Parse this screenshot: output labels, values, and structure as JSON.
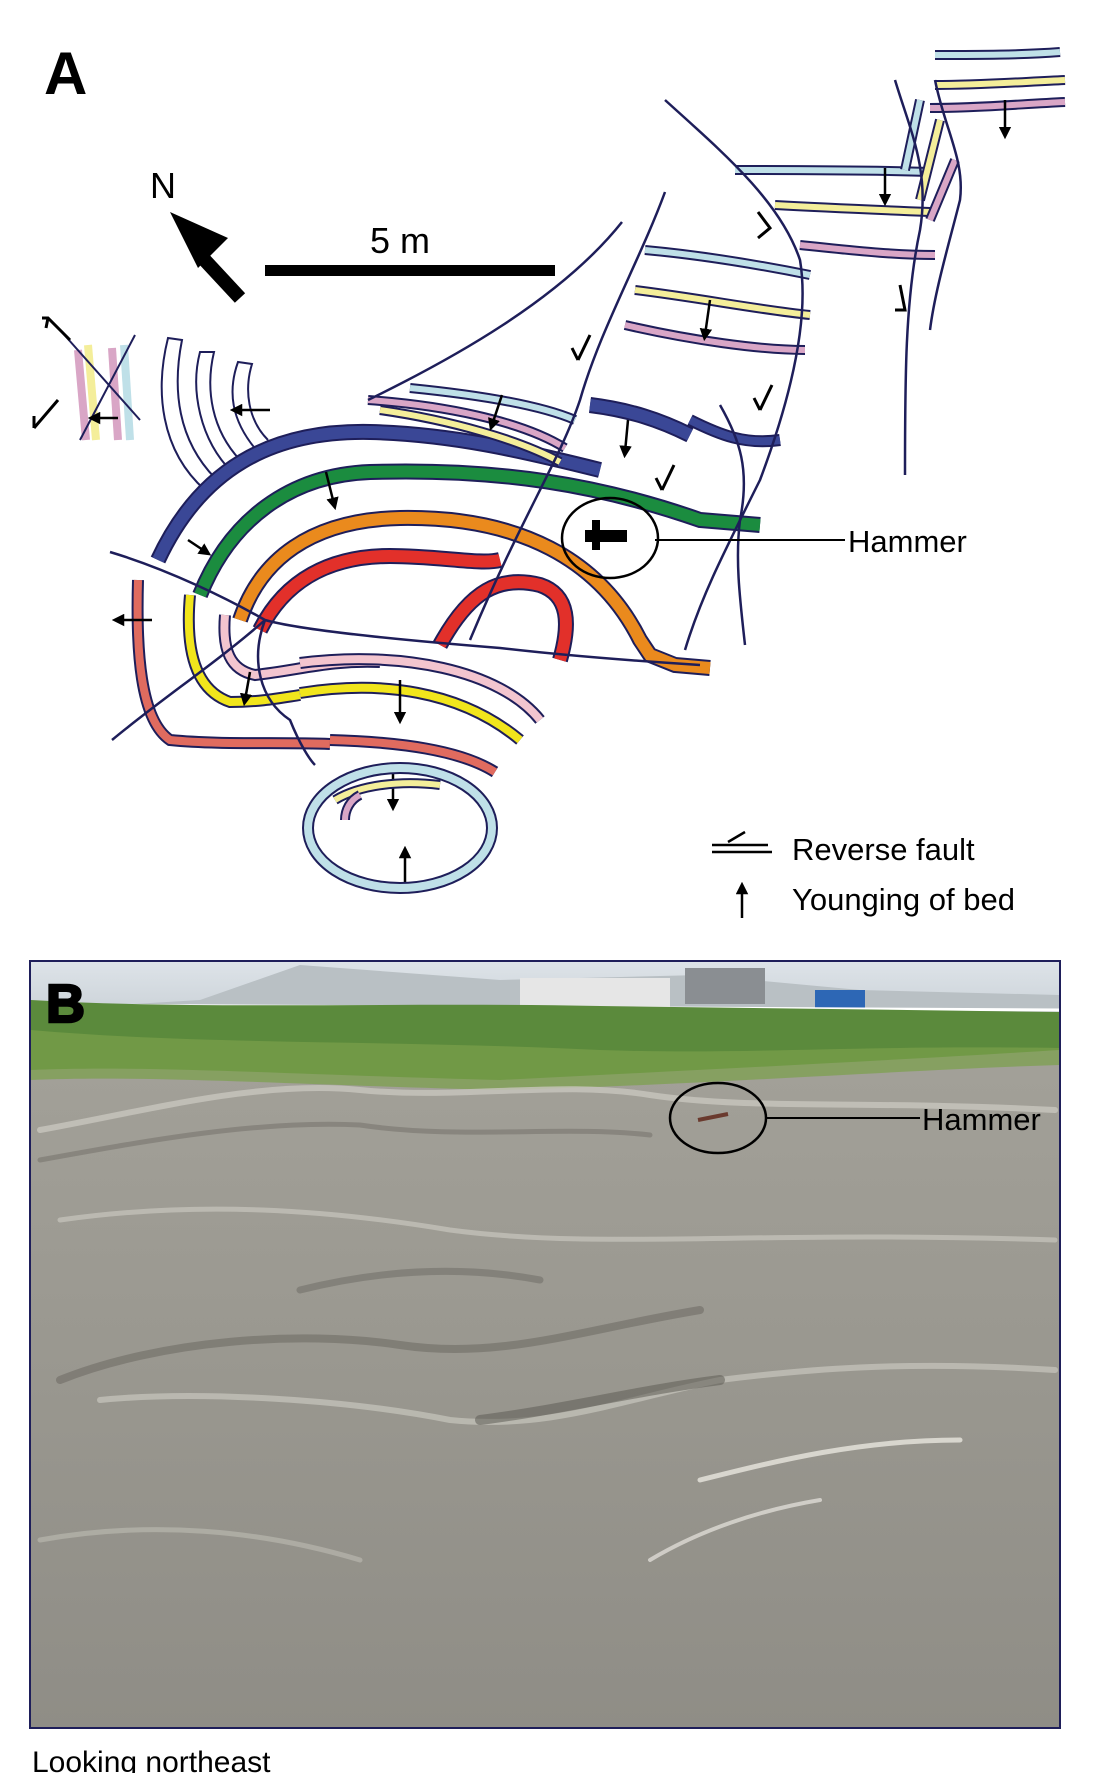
{
  "panel_a": {
    "label": "A",
    "north_label": "N",
    "scale_label": "5 m",
    "hammer_label": "Hammer",
    "legend": {
      "reverse_fault": "Reverse fault",
      "younging": "Younging of bed"
    }
  },
  "panel_b": {
    "label": "B",
    "hammer_label": "Hammer",
    "caption": "Looking northeast"
  },
  "colors": {
    "light_blue": "#bfe0e8",
    "yellow_pale": "#f4ee9a",
    "pink_pale": "#d9a6c6",
    "navy": "#3a4796",
    "green": "#1b8c3f",
    "orange": "#ea8a1d",
    "red": "#e2302a",
    "salmon": "#e06b5f",
    "yellow": "#f1e51c",
    "pink_light": "#f3c5cf",
    "outline": "#1e1e5a"
  }
}
